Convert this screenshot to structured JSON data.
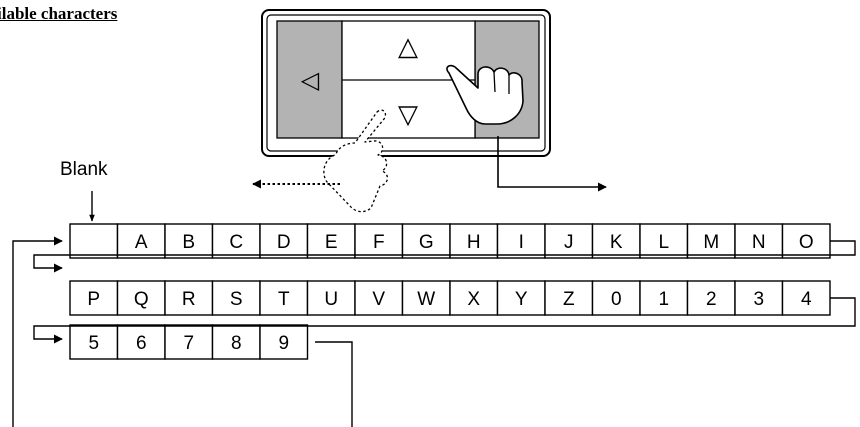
{
  "heading": "ilable characters",
  "blank_label": "Blank",
  "display_panel": {
    "up_symbol": "△",
    "down_symbol": "▽",
    "left_symbol": "◁"
  },
  "character_rows": [
    [
      "",
      "A",
      "B",
      "C",
      "D",
      "E",
      "F",
      "G",
      "H",
      "I",
      "J",
      "K",
      "L",
      "M",
      "N",
      "O"
    ],
    [
      "P",
      "Q",
      "R",
      "S",
      "T",
      "U",
      "V",
      "W",
      "X",
      "Y",
      "Z",
      "0",
      "1",
      "2",
      "3",
      "4"
    ],
    [
      "5",
      "6",
      "7",
      "8",
      "9"
    ]
  ],
  "colors": {
    "panel_side": "#b3b3b3",
    "line": "#000000"
  }
}
